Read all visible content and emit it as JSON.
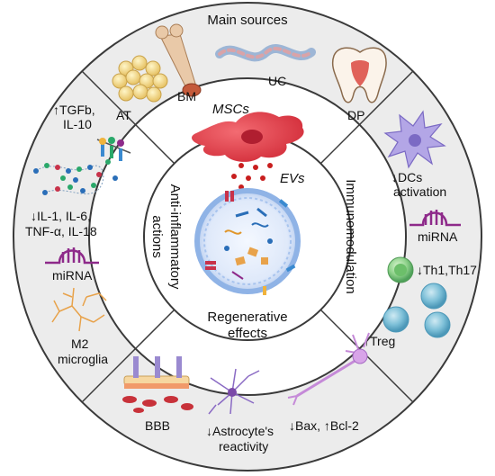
{
  "sections": {
    "main_sources": {
      "title": "Main sources",
      "items": [
        "AT",
        "BM",
        "UC",
        "DP"
      ]
    },
    "immunomodulation": {
      "title": "Immunomodulation",
      "items": [
        "↓DCs",
        "activation",
        "miRNA",
        "↓Th1,Th17",
        "↑Treg"
      ]
    },
    "regenerative": {
      "title_line1": "Regenerative",
      "title_line2": "effects",
      "items": [
        "BBB",
        "↓Astrocyte's",
        "reactivity",
        "↓Bax, ↑Bcl-2"
      ]
    },
    "anti_inflammatory": {
      "title_line1": "Anti-inflammatory",
      "title_line2": "actions",
      "items": [
        "↑TGFb,",
        "IL-10",
        "↓IL-1, IL-6,",
        "TNF-α, IL-18",
        "miRNA",
        "M2",
        "microglia"
      ]
    }
  },
  "center": {
    "mscs_label": "MSCs",
    "evs_label": "EVs"
  },
  "colors": {
    "outer_ring": "#ececec",
    "outer_ring_stroke": "#3a3a3a",
    "middle_ring": "#ffffff",
    "msc_cell": "#e8404a",
    "ev_dots": "#c81e1e",
    "mirna": "#8e2a8a",
    "vesicle_ring": "#8fb3e6"
  }
}
